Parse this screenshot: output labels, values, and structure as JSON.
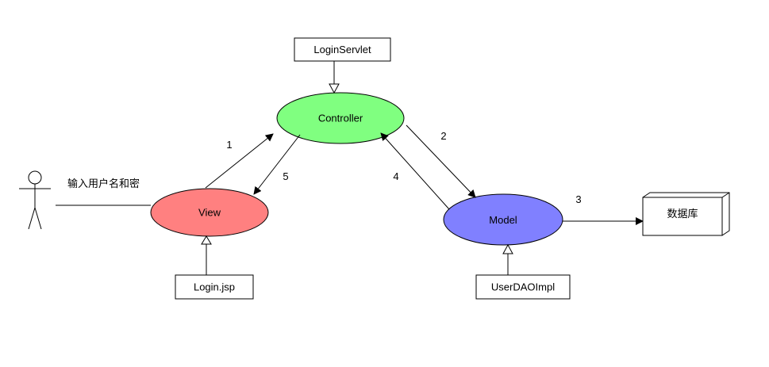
{
  "diagram": {
    "nodes": {
      "login_servlet": "LoginServlet",
      "controller": "Controller",
      "view": "View",
      "model": "Model",
      "login_jsp": "Login.jsp",
      "user_dao_impl": "UserDAOImpl",
      "database": "数据库",
      "actor_caption": "输入用户名和密"
    },
    "arrows": {
      "view_to_controller": "1",
      "controller_to_model": "2",
      "model_to_database": "3",
      "model_to_controller": "4",
      "controller_to_view": "5"
    },
    "colors": {
      "controller": "#80ff80",
      "view": "#ff8080",
      "model": "#8080ff"
    }
  }
}
